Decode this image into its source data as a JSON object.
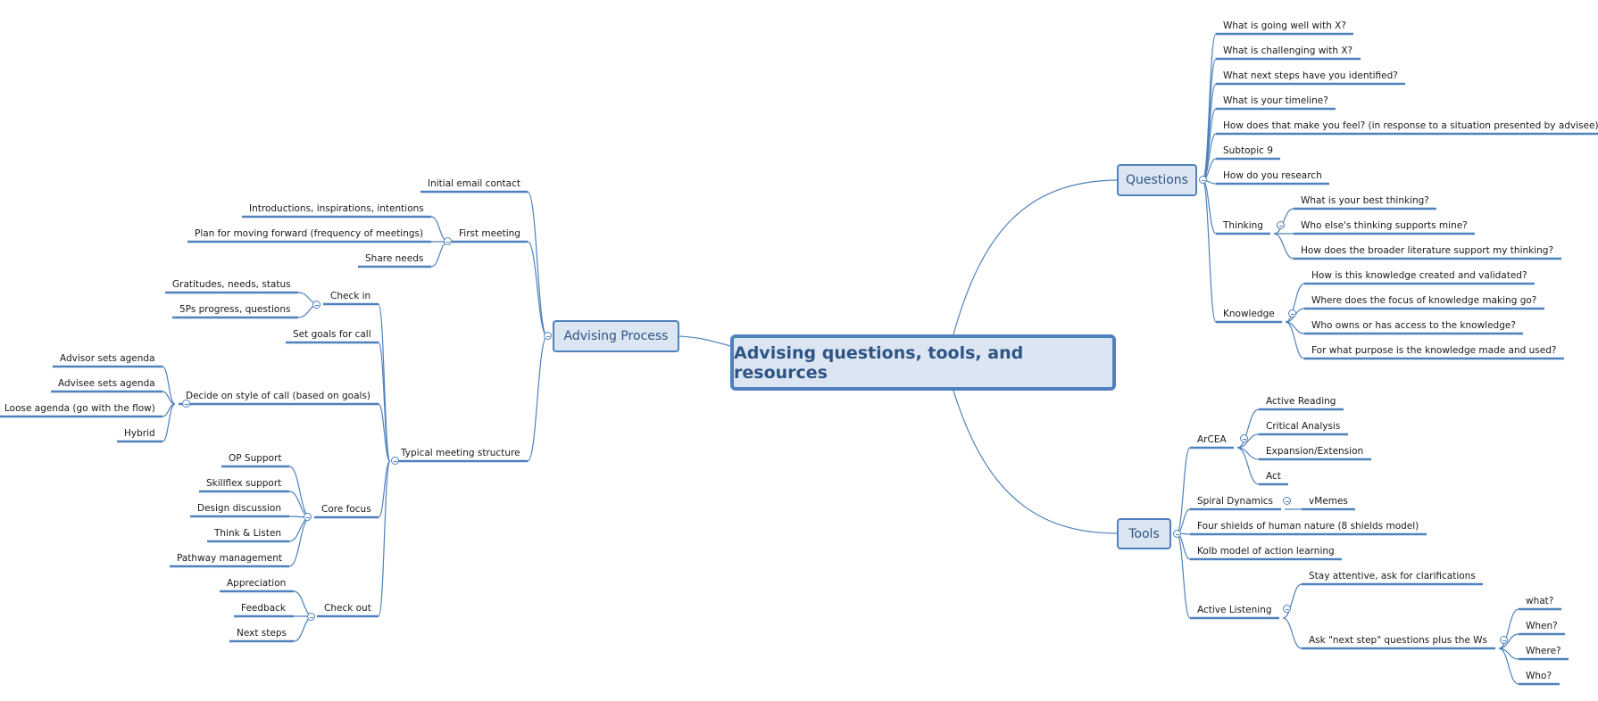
{
  "colors": {
    "line": "#4f81bd",
    "node_fill": "#dce6f2",
    "node_text": "#2e5486"
  },
  "icons": {
    "collapse": "minus-circle-icon"
  },
  "central": {
    "label": "Advising questions, tools, and resources"
  },
  "advising": {
    "label": "Advising Process",
    "initial_email": "Initial email contact",
    "first_meeting": {
      "label": "First meeting",
      "children": [
        "Introductions, inspirations, intentions",
        "Plan for moving forward (frequency of meetings)",
        "Share needs"
      ]
    },
    "typical": {
      "label": "Typical meeting structure",
      "check_in": {
        "label": "Check in",
        "children": [
          "Gratitudes, needs, status",
          "5Ps progress, questions"
        ]
      },
      "set_goals": "Set goals for call",
      "decide": {
        "label": "Decide on style of call (based on goals)",
        "children": [
          "Advisor sets agenda",
          "Advisee sets agenda",
          "Loose agenda (go with the flow)",
          "Hybrid"
        ]
      },
      "core": {
        "label": "Core focus",
        "children": [
          "OP Support",
          "Skillflex support",
          "Design discussion",
          "Think & Listen",
          "Pathway management"
        ]
      },
      "check_out": {
        "label": "Check out",
        "children": [
          "Appreciation",
          "Feedback",
          "Next steps"
        ]
      }
    }
  },
  "questions": {
    "label": "Questions",
    "simple": [
      "What is going well with X?",
      "What is challenging with X?",
      "What next steps have you identified?",
      "What is your timeline?",
      "How does that make you feel?  (in response to a situation presented by advisee)",
      "Subtopic 9",
      "How do you research"
    ],
    "thinking": {
      "label": "Thinking",
      "children": [
        "What is your best thinking?",
        "Who else's thinking supports mine?",
        "How does the broader literature support my thinking?"
      ]
    },
    "knowledge": {
      "label": "Knowledge",
      "children": [
        "How is this knowledge created and validated?",
        "Where does the focus of knowledge making go?",
        "Who owns or has access to the knowledge?",
        "For what purpose is the knowledge made and used?"
      ]
    }
  },
  "tools": {
    "label": "Tools",
    "arcea": {
      "label": "ArCEA",
      "children": [
        "Active Reading",
        "Critical Analysis",
        "Expansion/Extension",
        "Act"
      ]
    },
    "spiral": {
      "label": "Spiral Dynamics",
      "children": [
        "vMemes"
      ]
    },
    "four_shields": "Four shields of human nature (8 shields model)",
    "kolb": "Kolb model of action learning",
    "active_listening": {
      "label": "Active Listening",
      "stay": "Stay attentive, ask for clarifications",
      "ask": {
        "label": "Ask \"next step\" questions plus the Ws",
        "children": [
          "what?",
          "When?",
          "Where?",
          "Who?"
        ]
      }
    }
  }
}
